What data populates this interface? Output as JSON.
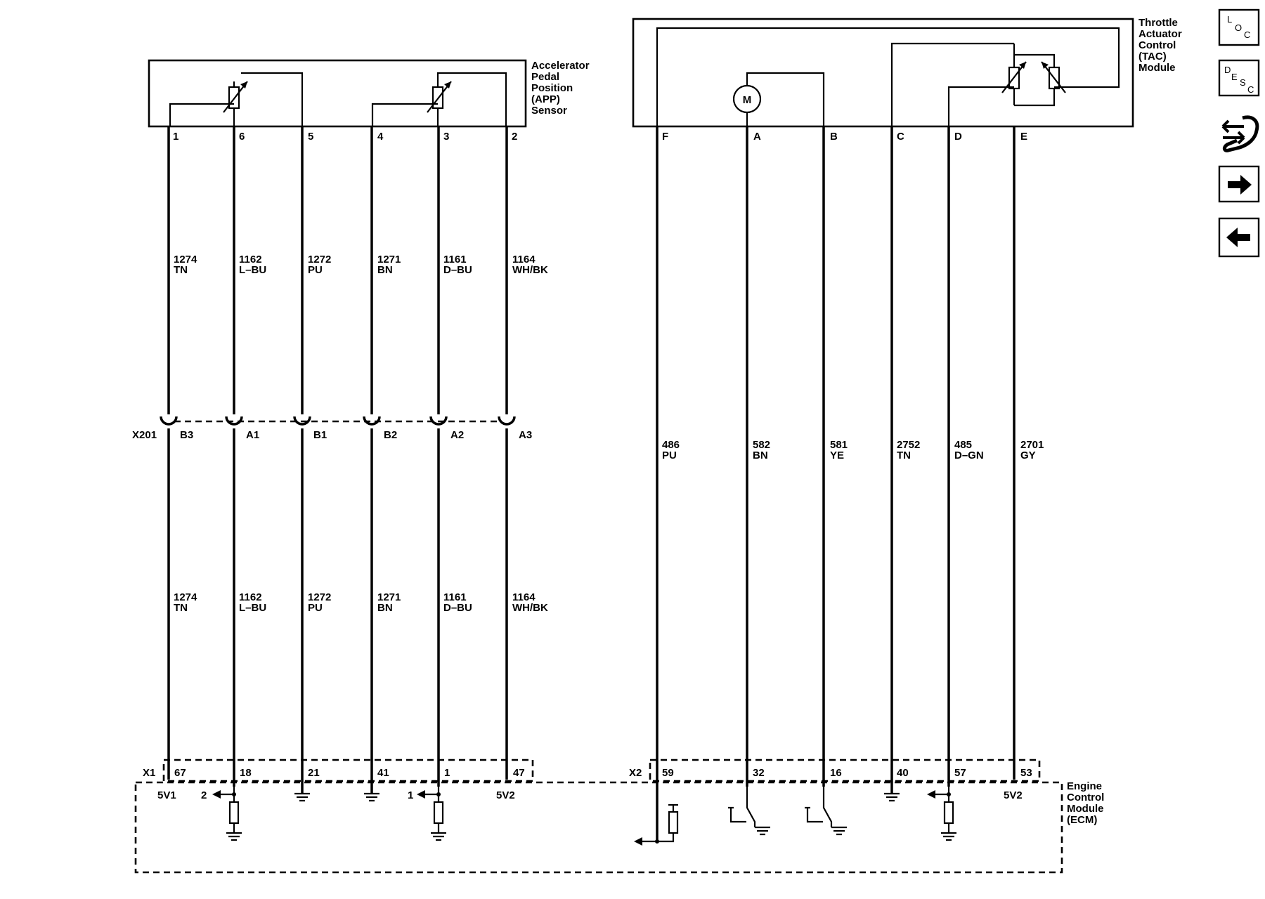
{
  "app_sensor": {
    "label_lines": [
      "Accelerator",
      "Pedal",
      "Position",
      "(APP)",
      "Sensor"
    ],
    "pins": [
      "1",
      "6",
      "5",
      "4",
      "3",
      "2"
    ]
  },
  "tac_module": {
    "label_lines": [
      "Throttle",
      "Actuator",
      "Control",
      "(TAC)",
      "Module"
    ],
    "pins": [
      "F",
      "A",
      "B",
      "C",
      "D",
      "E"
    ],
    "motor_symbol": "M"
  },
  "app_circuits_upper": [
    {
      "num": "1274",
      "color": "TN"
    },
    {
      "num": "1162",
      "color": "L–BU"
    },
    {
      "num": "1272",
      "color": "PU"
    },
    {
      "num": "1271",
      "color": "BN"
    },
    {
      "num": "1161",
      "color": "D–BU"
    },
    {
      "num": "1164",
      "color": "WH/BK"
    }
  ],
  "app_circuits_lower": [
    {
      "num": "1274",
      "color": "TN"
    },
    {
      "num": "1162",
      "color": "L–BU"
    },
    {
      "num": "1272",
      "color": "PU"
    },
    {
      "num": "1271",
      "color": "BN"
    },
    {
      "num": "1161",
      "color": "D–BU"
    },
    {
      "num": "1164",
      "color": "WH/BK"
    }
  ],
  "inline_connector": {
    "name": "X201",
    "cavities": [
      "B3",
      "A1",
      "B1",
      "B2",
      "A2",
      "A3"
    ]
  },
  "tac_circuits": [
    {
      "num": "486",
      "color": "PU"
    },
    {
      "num": "582",
      "color": "BN"
    },
    {
      "num": "581",
      "color": "YE"
    },
    {
      "num": "2752",
      "color": "TN"
    },
    {
      "num": "485",
      "color": "D–GN"
    },
    {
      "num": "2701",
      "color": "GY"
    }
  ],
  "ecm": {
    "label_lines": [
      "Engine",
      "Control",
      "Module",
      "(ECM)"
    ],
    "x1": {
      "name": "X1",
      "pins": [
        "67",
        "18",
        "21",
        "41",
        "1",
        "47"
      ]
    },
    "x2": {
      "name": "X2",
      "pins": [
        "59",
        "32",
        "16",
        "40",
        "57",
        "53"
      ]
    },
    "ref_5v1": "5V1",
    "ref_5v2_app": "5V2",
    "ref_5v2_tac": "5V2",
    "signal_2": "2",
    "signal_1": "1"
  },
  "nav": {
    "loc": {
      "main": "L",
      "sub1": "O",
      "sub2": "C"
    },
    "desc": {
      "main": "D",
      "sub1": "E",
      "sub2": "S",
      "sub3": "C"
    }
  }
}
